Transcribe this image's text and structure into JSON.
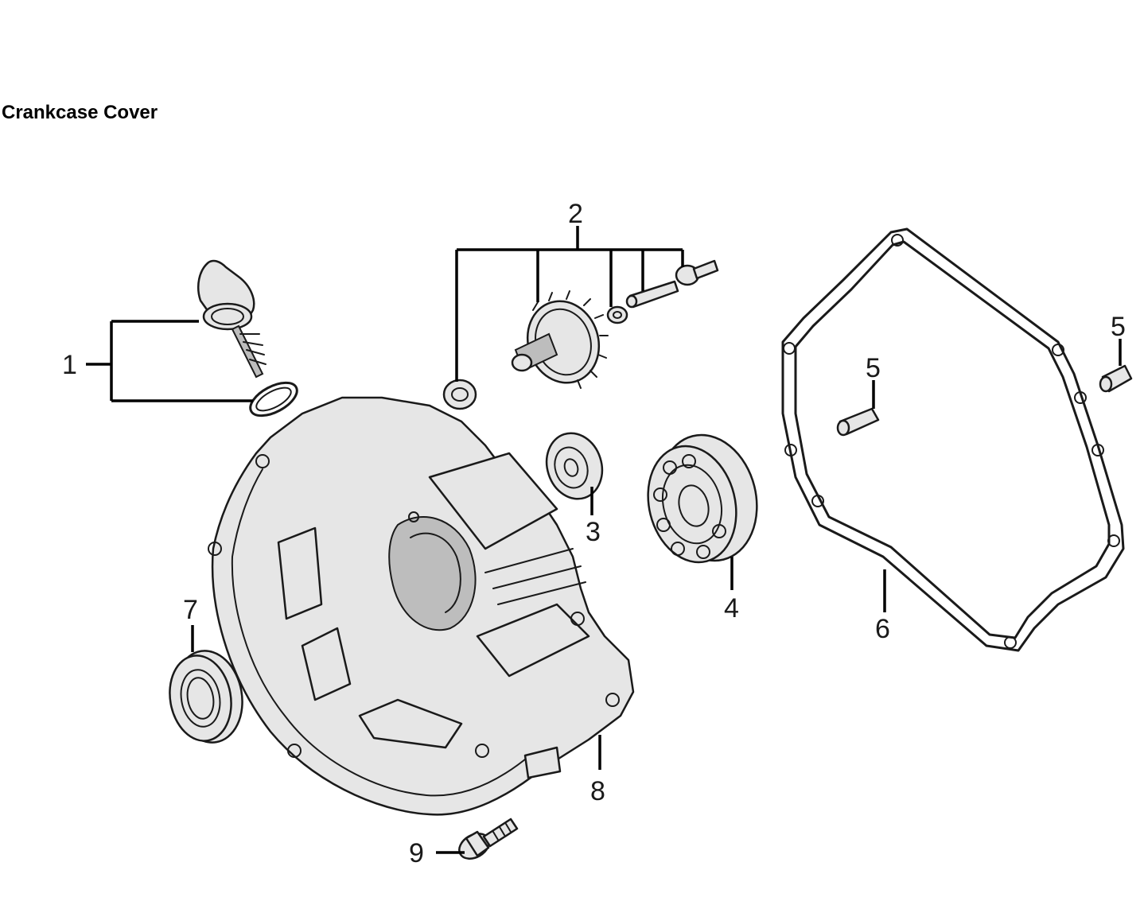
{
  "title": "Crankcase Cover",
  "callouts": {
    "c1": "1",
    "c2": "2",
    "c3": "3",
    "c4": "4",
    "c5a": "5",
    "c5b": "5",
    "c6": "6",
    "c7": "7",
    "c8": "8",
    "c9": "9"
  }
}
